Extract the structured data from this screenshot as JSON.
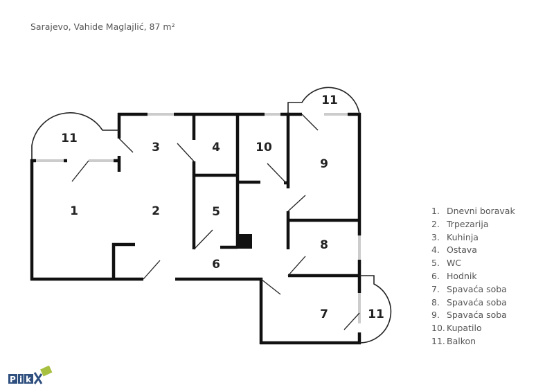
{
  "title": "Sarajevo, Vahide Maglajlić, 87 m²",
  "rooms": {
    "r1": "1",
    "r2": "2",
    "r3": "3",
    "r4": "4",
    "r5": "5",
    "r6": "6",
    "r7": "7",
    "r8": "8",
    "r9": "9",
    "r10": "10",
    "r11a": "11",
    "r11b": "11",
    "r11c": "11"
  },
  "legend": [
    {
      "num": "1.",
      "name": "Dnevni boravak"
    },
    {
      "num": "2.",
      "name": "Trpezarija"
    },
    {
      "num": "3.",
      "name": "Kuhinja"
    },
    {
      "num": "4.",
      "name": "Ostava"
    },
    {
      "num": "5.",
      "name": "WC"
    },
    {
      "num": "6.",
      "name": "Hodnik"
    },
    {
      "num": "7.",
      "name": "Spavaća soba"
    },
    {
      "num": "8.",
      "name": "Spavaća soba"
    },
    {
      "num": "9.",
      "name": "Spavaća soba"
    },
    {
      "num": "10.",
      "name": "Kupatilo"
    },
    {
      "num": "11.",
      "name": "Balkon"
    }
  ],
  "watermark": "Pik",
  "colors": {
    "wall": "#111111",
    "window": "#cccccc",
    "logo_blue": "#2f4f7f",
    "logo_green": "#a8c040"
  }
}
